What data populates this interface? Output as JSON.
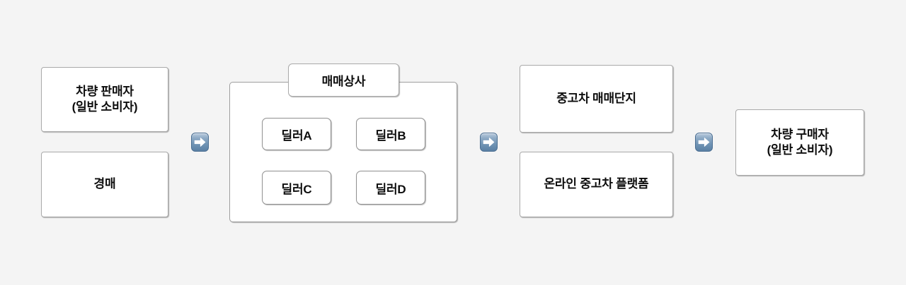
{
  "background_color": "#f4f4f4",
  "accent_color": "#5b80a4",
  "diagram": {
    "title": "",
    "columns": [
      {
        "name": "sellers",
        "boxes": [
          {
            "label": "차량 판매자\n(일반 소비자)"
          },
          {
            "label": "경매"
          }
        ]
      },
      {
        "name": "dealer-group",
        "header": {
          "label": "매매상사"
        },
        "boxes": [
          {
            "label": "딜러A"
          },
          {
            "label": "딜러B"
          },
          {
            "label": "딜러C"
          },
          {
            "label": "딜러D"
          }
        ]
      },
      {
        "name": "channels",
        "boxes": [
          {
            "label": "중고차 매매단지"
          },
          {
            "label": "온라인 중고차 플랫폼"
          }
        ]
      },
      {
        "name": "buyers",
        "boxes": [
          {
            "label": "차량 구매자\n(일반 소비자)"
          }
        ]
      }
    ],
    "arrows": [
      {
        "name": "arrow-sellers-to-dealers",
        "icon": "arrow-right-icon"
      },
      {
        "name": "arrow-dealers-to-channels",
        "icon": "arrow-right-icon"
      },
      {
        "name": "arrow-channels-to-buyers",
        "icon": "arrow-right-icon"
      }
    ]
  }
}
